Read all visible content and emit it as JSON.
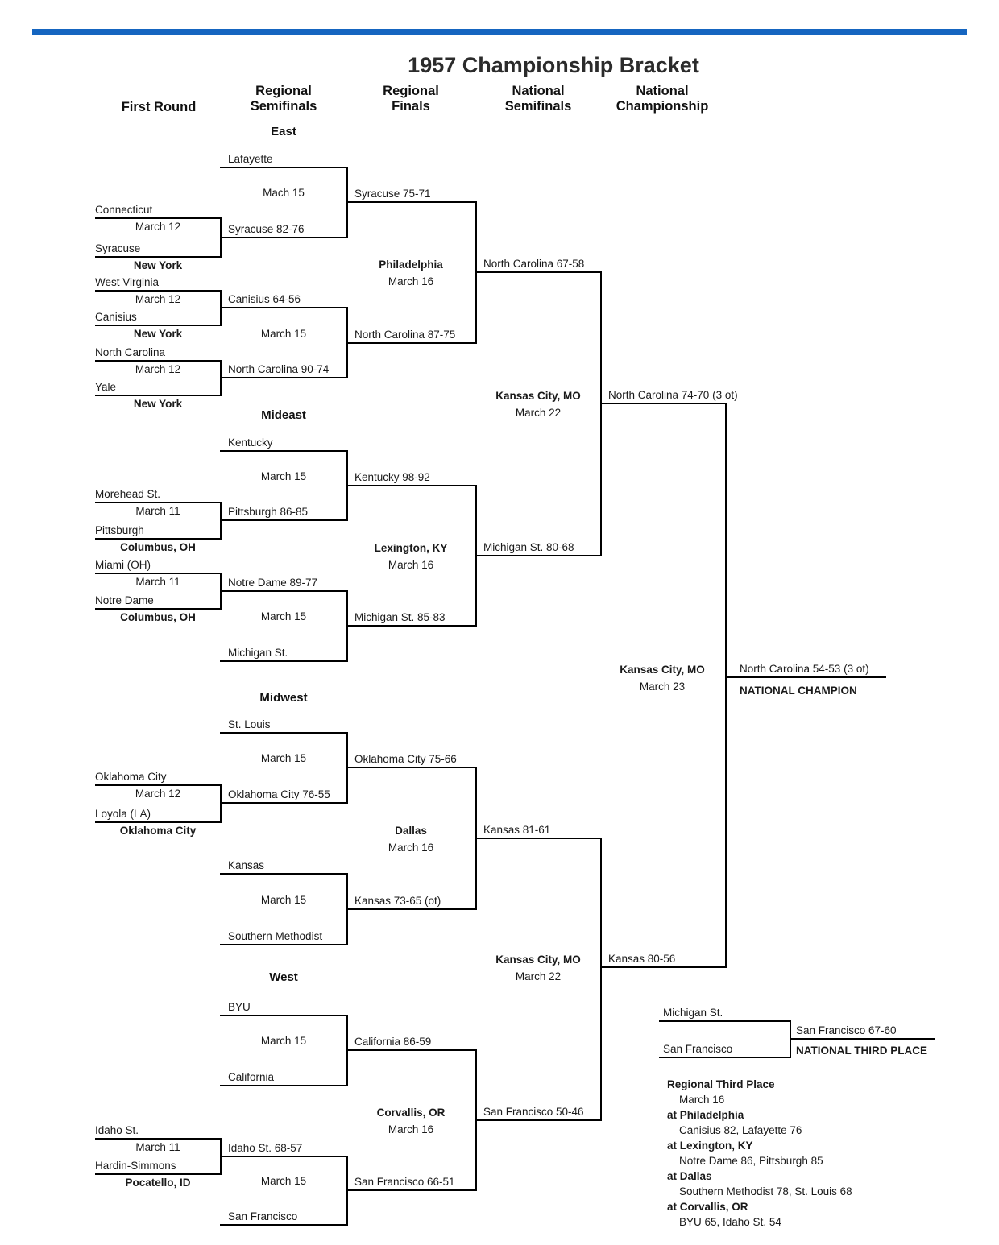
{
  "title": "1957 Championship Bracket",
  "columns": {
    "c1": "First Round",
    "c2": "Regional\nSemifinals",
    "c3": "Regional\nFinals",
    "c4": "National\nSemifinals",
    "c5": "National\nChampionship"
  },
  "east": {
    "label": "East",
    "bye1": "Lafayette",
    "sf1_date": "Mach 15",
    "sf1_winner": "Syracuse 75-71",
    "fr1": {
      "top": "Connecticut",
      "date": "March 12",
      "bottom": "Syracuse",
      "site": "New York",
      "winner": "Syracuse 82-76"
    },
    "fr2": {
      "top": "West Virginia",
      "date": "March 12",
      "bottom": "Canisius",
      "site": "New York",
      "winner": "Canisius 64-56"
    },
    "fr3": {
      "top": "North Carolina",
      "date": "March 12",
      "bottom": "Yale",
      "site": "New York",
      "winner": "North Carolina 90-74"
    },
    "sf2_date": "March 15",
    "sf2_winner": "North Carolina 87-75",
    "final_site": "Philadelphia",
    "final_date": "March 16",
    "final_winner": "North Carolina 67-58"
  },
  "mideast": {
    "label": "Mideast",
    "bye1": "Kentucky",
    "sf1_date": "March 15",
    "sf1_winner": "Kentucky 98-92",
    "fr1": {
      "top": "Morehead St.",
      "date": "March 11",
      "bottom": "Pittsburgh",
      "site": "Columbus, OH",
      "winner": "Pittsburgh 86-85"
    },
    "fr2": {
      "top": "Miami (OH)",
      "date": "March 11",
      "bottom": "Notre Dame",
      "site": "Columbus, OH",
      "winner": "Notre Dame 89-77"
    },
    "bye2": "Michigan St.",
    "sf2_date": "March 15",
    "sf2_winner": "Michigan St. 85-83",
    "final_site": "Lexington, KY",
    "final_date": "March 16",
    "final_winner": "Michigan St. 80-68"
  },
  "midwest": {
    "label": "Midwest",
    "bye1": "St. Louis",
    "sf1_date": "March 15",
    "sf1_winner": "Oklahoma City 75-66",
    "fr1": {
      "top": "Oklahoma City",
      "date": "March 12",
      "bottom": "Loyola (LA)",
      "site": "Oklahoma City",
      "winner": "Oklahoma City 76-55"
    },
    "bye2": "Kansas",
    "bye3": "Southern Methodist",
    "sf2_date": "March 15",
    "sf2_winner": "Kansas 73-65 (ot)",
    "final_site": "Dallas",
    "final_date": "March 16",
    "final_winner": "Kansas 81-61"
  },
  "west": {
    "label": "West",
    "bye1": "BYU",
    "bye2": "California",
    "sf1_date": "March 15",
    "sf1_winner": "California 86-59",
    "fr1": {
      "top": "Idaho St.",
      "date": "March 11",
      "bottom": "Hardin-Simmons",
      "site": "Pocatello, ID",
      "winner": "Idaho St. 68-57"
    },
    "bye3": "San Francisco",
    "sf2_date": "March 15",
    "sf2_winner": "San Francisco 66-51",
    "final_site": "Corvallis, OR",
    "final_date": "March 16",
    "final_winner": "San Francisco 50-46"
  },
  "national": {
    "semi1_site": "Kansas City, MO",
    "semi1_date": "March 22",
    "semi1_winner": "North Carolina 67-58",
    "semi1_result": "North Carolina 74-70 (3 ot)",
    "semi2_site": "Kansas City, MO",
    "semi2_date": "March 22",
    "semi2_result": "Kansas 80-56",
    "final_site": "Kansas City, MO",
    "final_date": "March 23",
    "final_result": "North Carolina 54-53 (3 ot)",
    "champion_label": "NATIONAL CHAMPION"
  },
  "third_place": {
    "top": "Michigan St.",
    "bottom": "San Francisco",
    "winner": "San Francisco 67-60",
    "label": "NATIONAL THIRD PLACE"
  },
  "regional_third_place": {
    "title": "Regional Third Place",
    "date": "March 16",
    "rows": [
      {
        "site": "at Philadelphia",
        "result": "Canisius 82, Lafayette 76"
      },
      {
        "site": "at Lexington, KY",
        "result": "Notre Dame 86, Pittsburgh 85"
      },
      {
        "site": "at Dallas",
        "result": "Southern Methodist 78, St. Louis 68"
      },
      {
        "site": "at Corvallis, OR",
        "result": "BYU 65, Idaho St. 54"
      }
    ]
  }
}
